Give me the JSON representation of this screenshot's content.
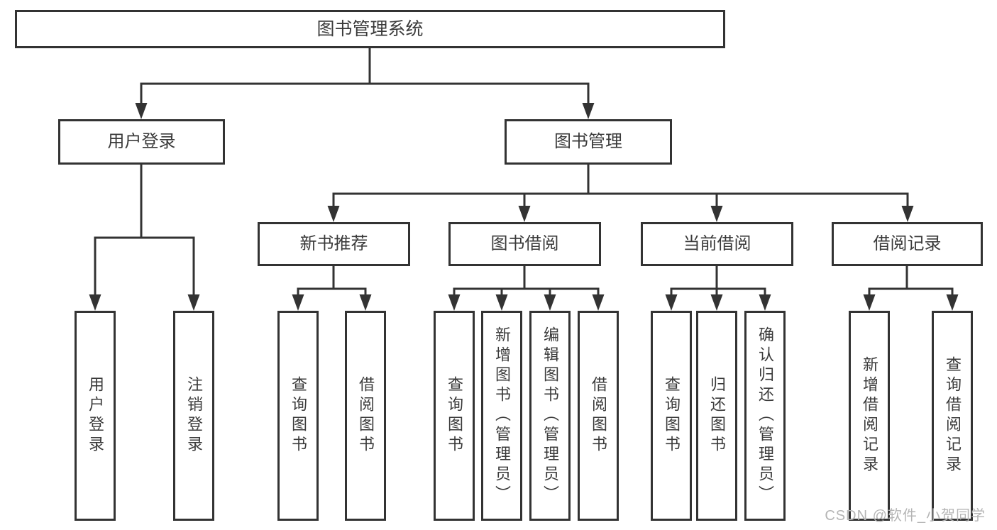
{
  "tree": {
    "root": "图书管理系统",
    "children": [
      {
        "label": "用户登录",
        "children": [
          "用户登录",
          "注销登录"
        ]
      },
      {
        "label": "图书管理",
        "children": [
          {
            "label": "新书推荐",
            "children": [
              "查询图书",
              "借阅图书"
            ]
          },
          {
            "label": "图书借阅",
            "children": [
              "查询图书",
              "新增图书（管理员）",
              "编辑图书（管理员）",
              "借阅图书"
            ]
          },
          {
            "label": "当前借阅",
            "children": [
              "查询图书",
              "归还图书",
              "确认归还（管理员）"
            ]
          },
          {
            "label": "借阅记录",
            "children": [
              "新增借阅记录",
              "查询借阅记录"
            ]
          }
        ]
      }
    ]
  },
  "watermark": "CSDN @软件_小贺同学",
  "colors": {
    "line": "#333333",
    "box_border": "#333333",
    "text": "#3a3a3a",
    "watermark_text": "#b5b5b5",
    "background": "#ffffff"
  }
}
